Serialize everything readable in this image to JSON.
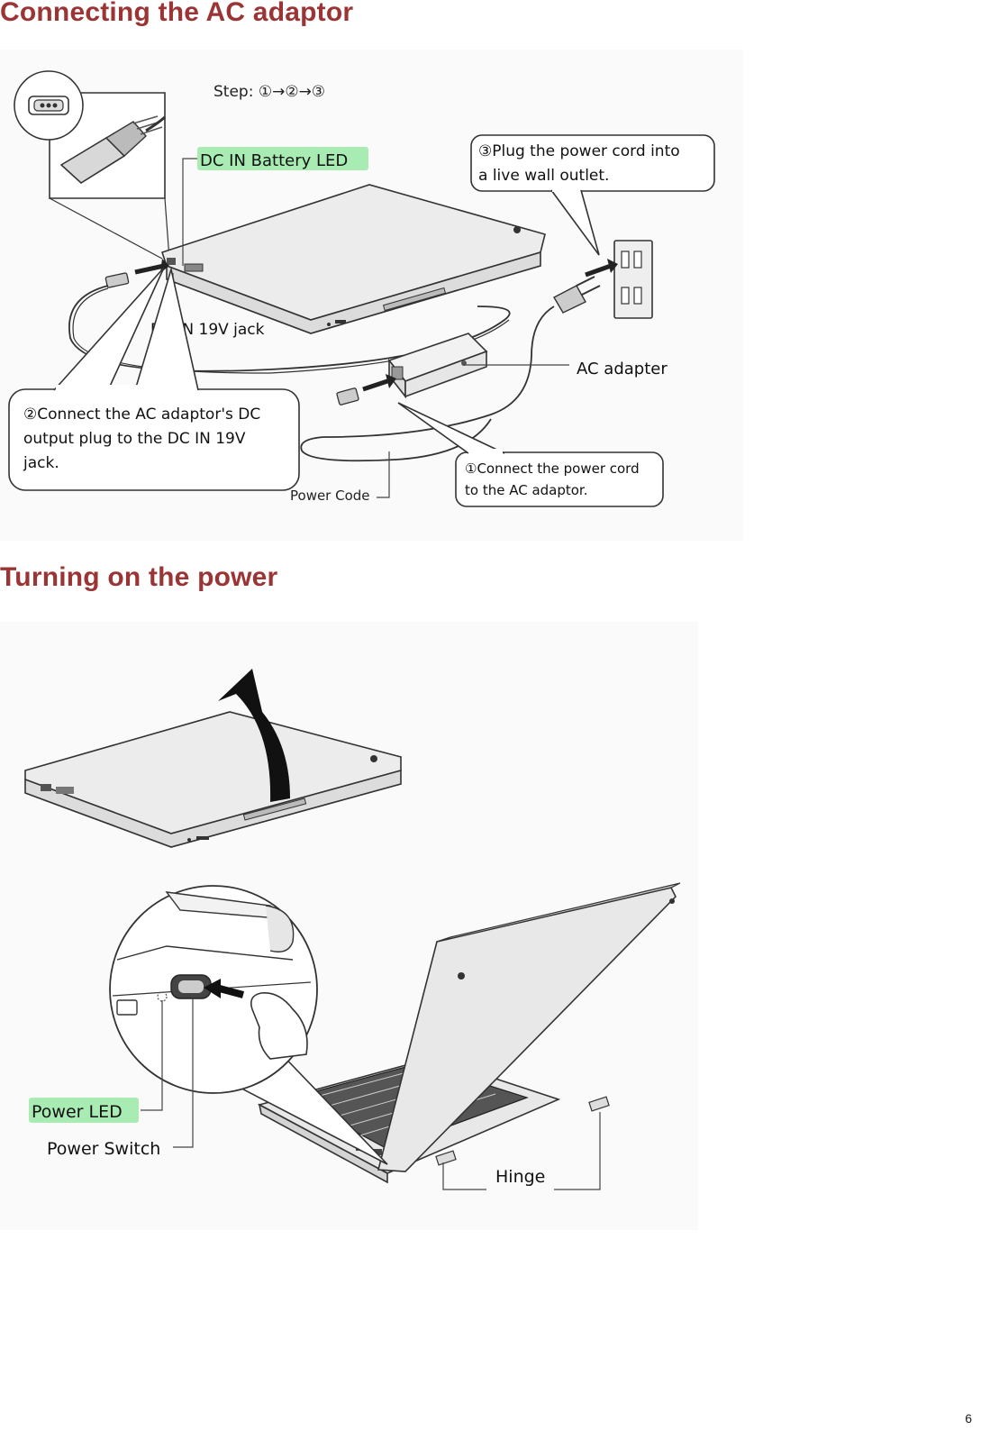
{
  "page": {
    "number": "6"
  },
  "section1": {
    "heading": "Connecting the AC adaptor",
    "step_label": "Step: ①→②→③",
    "labels": {
      "dc_in_battery_led": "DC IN Battery LED",
      "dc_in_jack": "DC IN 19V jack",
      "ac_adapter": "AC adapter",
      "power_code": "Power Code"
    },
    "callouts": {
      "step3": [
        "③Plug the power cord into",
        "a live wall outlet."
      ],
      "step2": [
        "②Connect the AC adaptor's DC",
        "output plug to the DC IN 19V",
        "jack."
      ],
      "step1": [
        "①Connect the power cord",
        "to the AC adaptor."
      ]
    }
  },
  "section2": {
    "heading": "Turning on the power",
    "labels": {
      "power_led": "Power LED",
      "power_switch": "Power Switch",
      "hinge": "Hinge"
    }
  },
  "colors": {
    "heading": "#9b3434",
    "highlight": "#a8ecb4",
    "line": "#3a3a3a",
    "fill": "#e6e6e6",
    "figure_bg": "#fafafa"
  }
}
